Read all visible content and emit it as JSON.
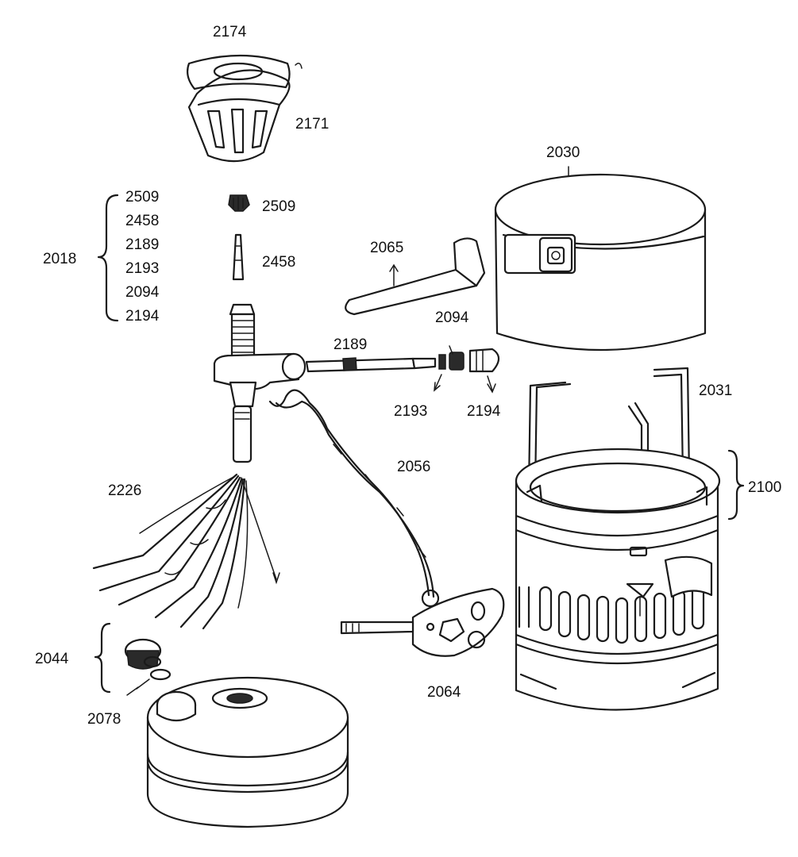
{
  "labels": {
    "l2174": "2174",
    "l2171": "2171",
    "l2030": "2030",
    "l2509": "2509",
    "l2458": "2458",
    "l2065": "2065",
    "l2094": "2094",
    "l2189": "2189",
    "l2193": "2193",
    "l2194": "2194",
    "l2031": "2031",
    "l2100": "2100",
    "l2056": "2056",
    "l2226": "2226",
    "l2044": "2044",
    "l2078": "2078",
    "l2064": "2064",
    "l2018": "2018",
    "group": [
      "2509",
      "2458",
      "2189",
      "2193",
      "2094",
      "2194"
    ]
  }
}
